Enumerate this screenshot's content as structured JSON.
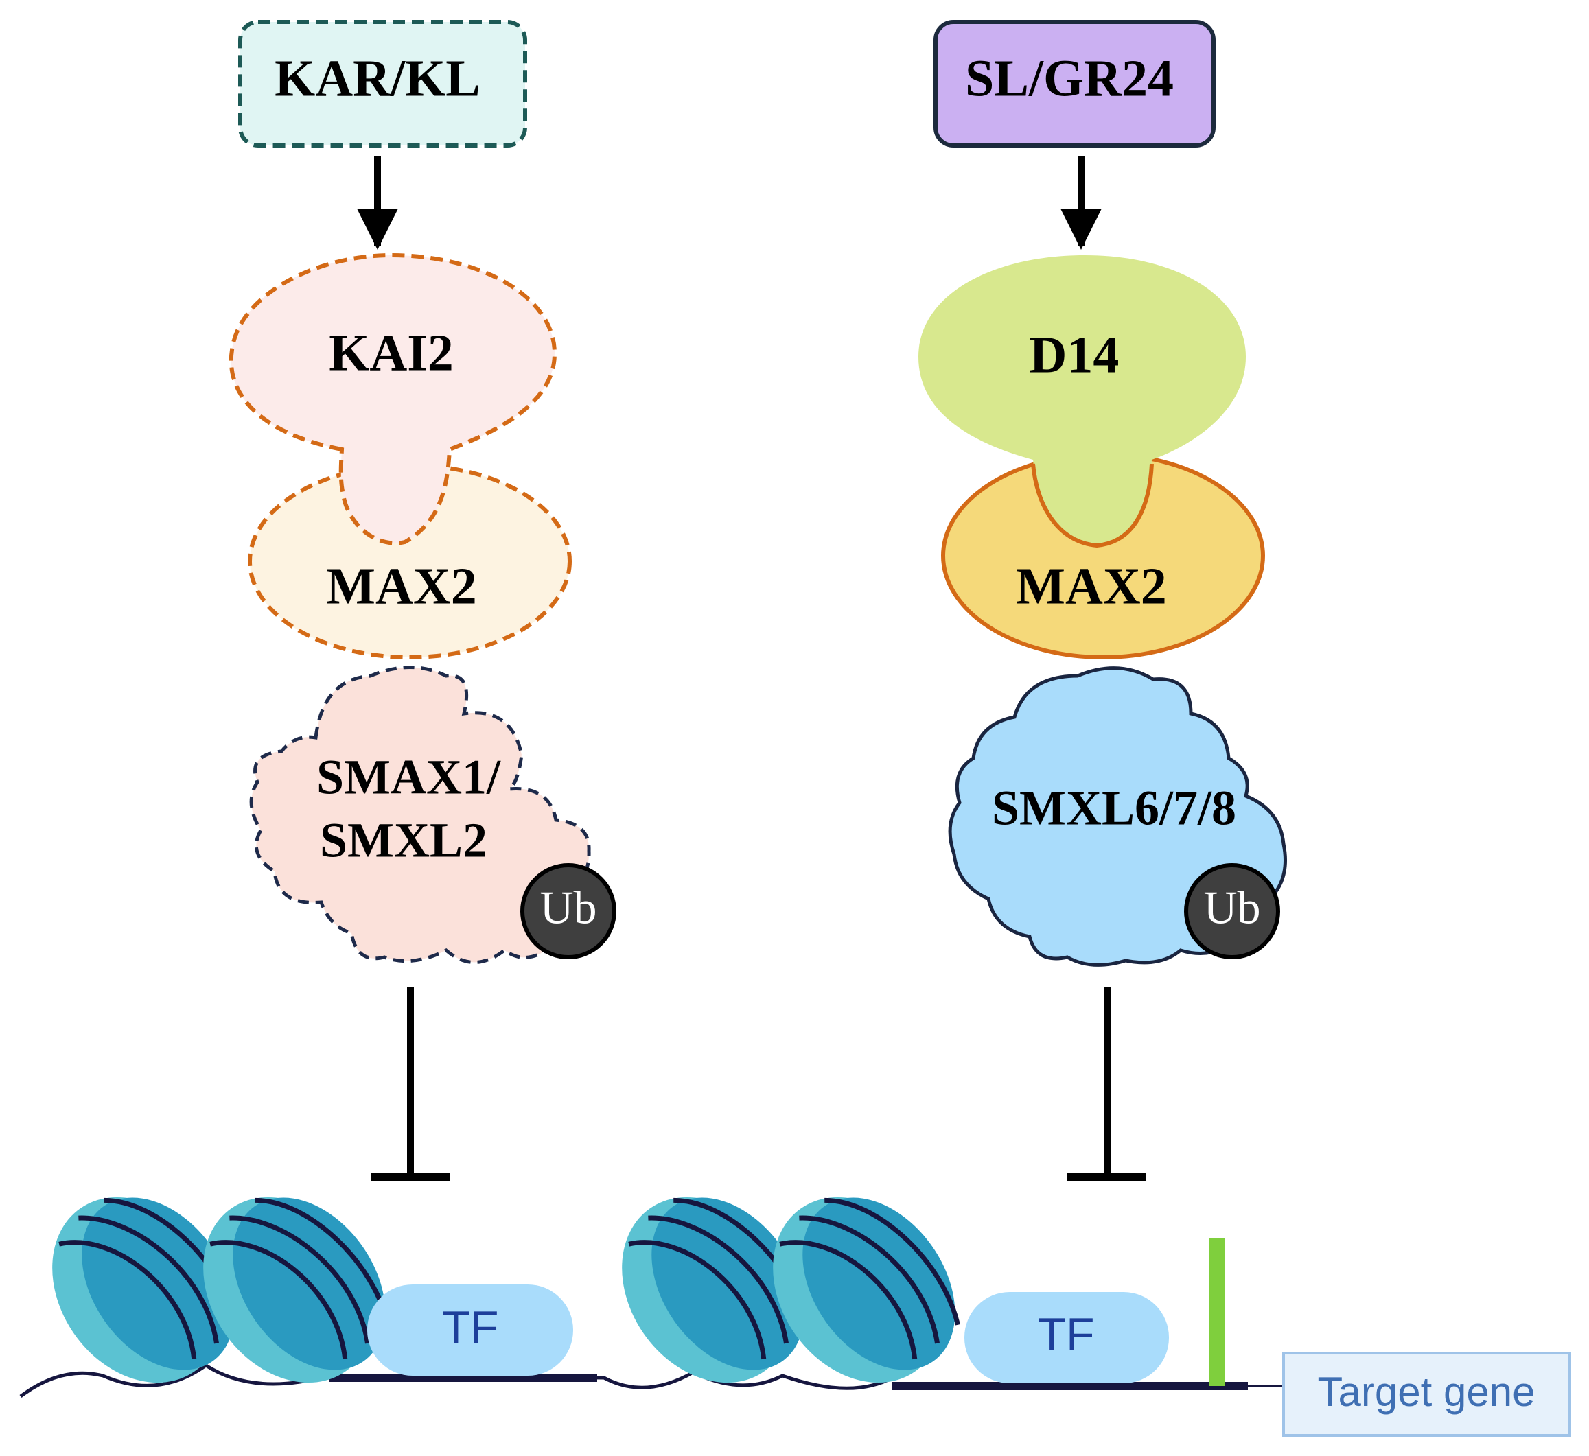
{
  "left_pathway": {
    "signal": "KAR/KL",
    "receptor": "KAI2",
    "f_box": "MAX2",
    "repressor_line1": "SMAX1/",
    "repressor_line2": "SMXL2",
    "ubiquitin": "Ub",
    "transcription_factor": "TF"
  },
  "right_pathway": {
    "signal": "SL/GR24",
    "receptor": "D14",
    "f_box": "MAX2",
    "repressor": "SMXL6/7/8",
    "ubiquitin": "Ub",
    "transcription_factor": "TF"
  },
  "target_gene": "Target gene",
  "colors": {
    "kar_fill": "#e0f5f3",
    "kar_stroke": "#1d5a56",
    "sl_fill": "#cbb0f2",
    "sl_stroke": "#1c2a3d",
    "kai2_fill": "#fcebea",
    "max2_left_fill": "#fdf3e1",
    "dashed_orange": "#d46a16",
    "d14_fill": "#d8e88e",
    "max2_right_fill": "#f5d97a",
    "smax_fill": "#fbe1da",
    "smax_stroke": "#1e2a4a",
    "smxl_fill": "#a9dcfb",
    "smxl_stroke": "#1a2540",
    "ub_fill": "#3f3f3f",
    "nucleosome_light": "#5bc2d2",
    "nucleosome_dark": "#2a9ac0",
    "dna": "#16163f",
    "tf_fill": "#a9dcfb",
    "tss_marker": "#7fcf3d",
    "target_box_fill": "#e6f1fb",
    "target_box_stroke": "#9fc3e8"
  }
}
